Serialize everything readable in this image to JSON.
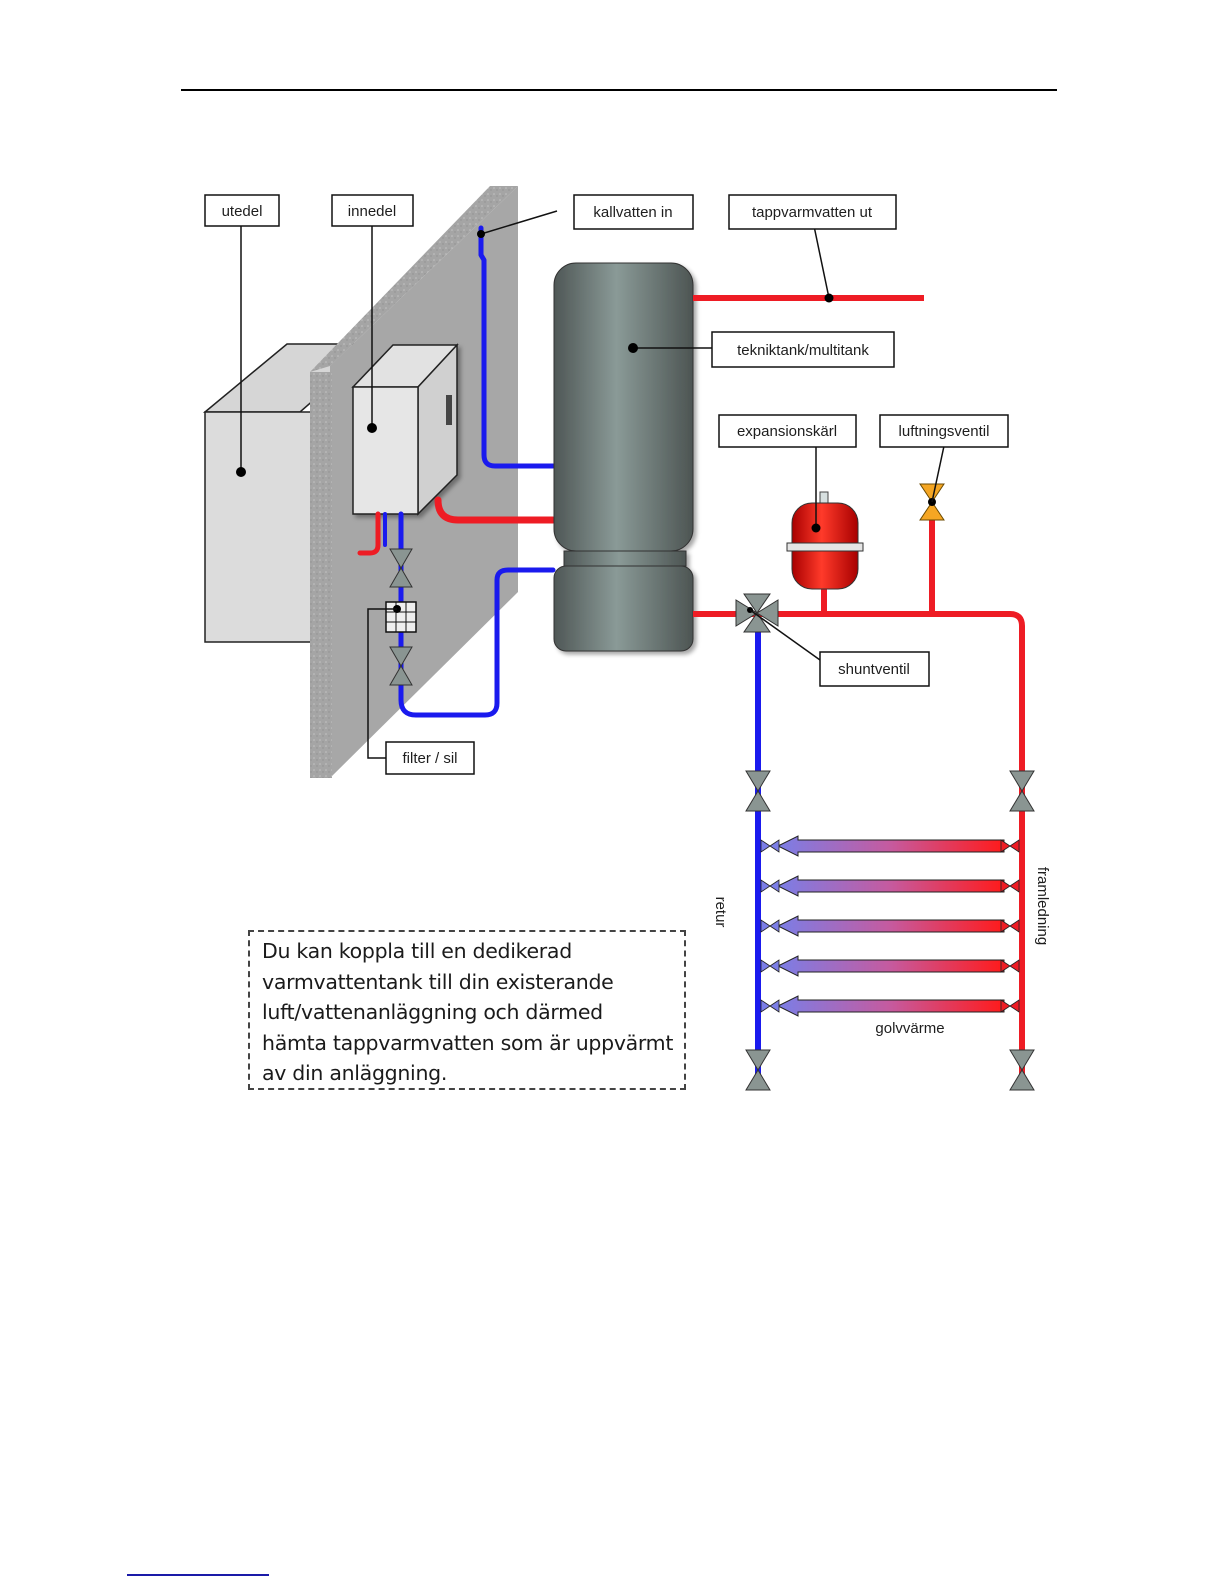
{
  "diagram": {
    "labels": {
      "utedel": "utedel",
      "innedel": "innedel",
      "kallvatten_in": "kallvatten in",
      "tappvarmvatten_ut": "tappvarmvatten ut",
      "tekniktank": "tekniktank/multitank",
      "expansionskarl": "expansionskärl",
      "luftningsventil": "luftningsventil",
      "shuntventil": "shuntventil",
      "filter": "filter / sil",
      "retur": "retur",
      "framledning": "framledning",
      "golvvarme": "golvvärme"
    },
    "colors": {
      "hot": "#ee1c24",
      "cold": "#1a1aee",
      "tank": "#6f7a78",
      "wall": "#a9a9a9",
      "valve": "#8a9592",
      "vent_valve": "#f5a623"
    },
    "floor_loops": 5
  },
  "note": {
    "lines": [
      "Du kan koppla till en dedikerad",
      "varmvattentank till din existerande",
      "luft/vattenanläggning och därmed",
      "hämta tappvarmvatten som är uppvärmt",
      "av din anläggning."
    ]
  }
}
